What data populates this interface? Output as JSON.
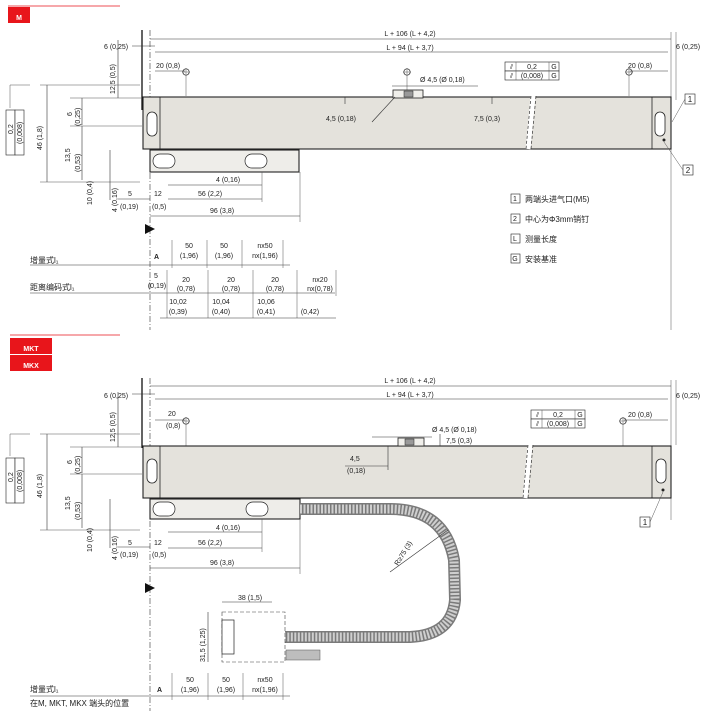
{
  "section_m": {
    "badge": "M",
    "dims": {
      "total_length": "L + 106 (L + 4,2)",
      "inner_length": "L + 94 (L + 3,7)",
      "left_end": "6 (0,25)",
      "right_end": "6 (0,25)",
      "top_left": "20 (0,8)",
      "top_right": "20 (0,8)",
      "hole": "Ø 4,5 (Ø 0,18)",
      "tol_a": "0,2",
      "tol_a_ref": "G",
      "tol_b": "(0,008)",
      "tol_b_ref": "G",
      "depth_left": "4,5 (0,18)",
      "depth_right": "7,5 (0,3)",
      "vert_12_5": "12,5 (0,5)",
      "vert_6": "6",
      "vert_6_in": "(0,25)",
      "vert_13_5": "13,5",
      "vert_13_5_in": "(0,53)",
      "vert_46": "46 (1,8)",
      "vert_10": "10 (0,4)",
      "vert_4": "4 (0,16)",
      "side_tol": "0,2",
      "side_tol_in": "(0,008)",
      "d_4": "4 (0,16)",
      "d_5": "5",
      "d_5_in": "(0,19)",
      "d_12": "12",
      "d_12_in": "(0,5)",
      "d_56": "56 (2,2)",
      "d_96": "96 (3,8)"
    },
    "legend": [
      {
        "key": "1",
        "text": "两端头进气口(M5)"
      },
      {
        "key": "2",
        "text": "中心为Φ3mm销钉"
      },
      {
        "key": "L",
        "text": "测量长度"
      },
      {
        "key": "G",
        "text": "安装基准"
      }
    ],
    "callout_1": "1",
    "callout_2": "2",
    "incremental_label": "增量式l₁",
    "point_a": "A",
    "inc_marks": [
      {
        "v": "50",
        "i": "(1,96)"
      },
      {
        "v": "50",
        "i": "(1,96)"
      },
      {
        "v": "nx50",
        "i": "nx(1,96)"
      }
    ],
    "distcoded_label": "距离编码式l₁",
    "dist_lead": {
      "v": "5",
      "i": "(0,19)"
    },
    "dist_marks": [
      {
        "v": "20",
        "i": "(0,78)"
      },
      {
        "v": "20",
        "i": "(0,78)"
      },
      {
        "v": "20",
        "i": "(0,78)"
      },
      {
        "v": "nx20",
        "i": "nx(0,78)"
      }
    ],
    "dist_sub": [
      {
        "v": "10,02",
        "i": "(0,39)"
      },
      {
        "v": "10,04",
        "i": "(0,40)"
      },
      {
        "v": "10,06",
        "i": "(0,41)"
      },
      {
        "v": "",
        "i": "(0,42)"
      }
    ]
  },
  "section_mkt": {
    "badge_1": "MKT",
    "badge_2": "MKX",
    "dims": {
      "total_length": "L + 106 (L + 4,2)",
      "inner_length": "L + 94 (L + 3,7)",
      "left_end": "6 (0,25)",
      "right_end": "6 (0,25)",
      "top_left": "20",
      "top_left_in": "(0,8)",
      "top_right": "20 (0,8)",
      "hole": "Ø 4,5 (Ø 0,18)",
      "tol_a": "0,2",
      "tol_a_ref": "G",
      "tol_b": "(0,008)",
      "tol_b_ref": "G",
      "d_7_5": "7,5 (0,3)",
      "d_4_5": "4,5",
      "d_4_5_in": "(0,18)",
      "vert_12_5": "12,5 (0,5)",
      "vert_6": "6",
      "vert_6_in": "(0,25)",
      "vert_13_5": "13,5",
      "vert_13_5_in": "(0,53)",
      "vert_46": "46 (1,8)",
      "vert_10": "10 (0,4)",
      "vert_4": "4 (0,16)",
      "side_tol": "0,2",
      "side_tol_in": "(0,008)",
      "d_4": "4 (0,16)",
      "d_5": "5",
      "d_5_in": "(0,19)",
      "d_12": "12",
      "d_12_in": "(0,5)",
      "d_56": "56 (2,2)",
      "d_96": "96 (3,8)",
      "radius": "R≥75 (3)",
      "d_38": "38 (1,5)",
      "d_31_5": "31,5 (1,25)"
    },
    "callout_1": "1",
    "incremental_label": "增量式l₁",
    "position_label": "在M, MKT, MKX 端头的位置",
    "point_a": "A",
    "inc_marks": [
      {
        "v": "50",
        "i": "(1,96)"
      },
      {
        "v": "50",
        "i": "(1,96)"
      },
      {
        "v": "nx50",
        "i": "nx(1,96)"
      }
    ]
  },
  "colors": {
    "badge": "#e8151b",
    "body_fill": "#e4e2dc",
    "line": "#222222"
  }
}
